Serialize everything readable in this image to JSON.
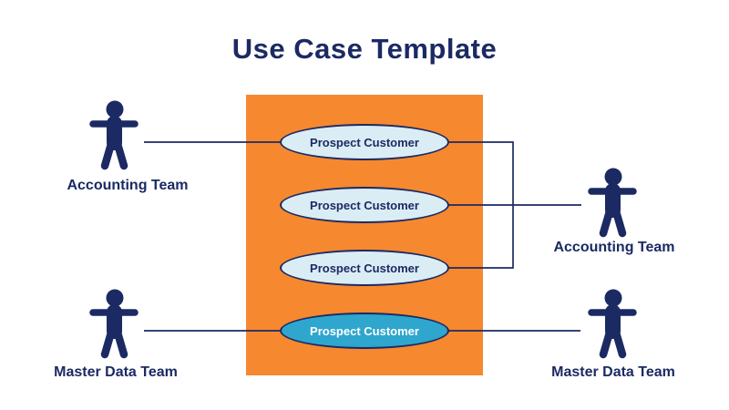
{
  "title": "Use Case Template",
  "colors": {
    "navy": "#1b2a63",
    "orange": "#f6882f",
    "ellipse_fill": "#daedf5",
    "highlight_fill": "#2ea6ce",
    "highlight_text": "#ffffff",
    "line": "#1c2a63"
  },
  "diagram": {
    "use_cases": [
      {
        "label": "Prospect Customer",
        "highlighted": false
      },
      {
        "label": "Prospect Customer",
        "highlighted": false
      },
      {
        "label": "Prospect Customer",
        "highlighted": false
      },
      {
        "label": "Prospect Customer",
        "highlighted": true
      }
    ],
    "actors": [
      {
        "label": "Accounting Team",
        "position": "left-top"
      },
      {
        "label": "Master Data Team",
        "position": "left-bottom"
      },
      {
        "label": "Accounting Team",
        "position": "right-middle"
      },
      {
        "label": "Master Data Team",
        "position": "right-bottom"
      }
    ],
    "associations": [
      "left-top-actor to use-case-1",
      "left-bottom-actor to use-case-4",
      "use-case-1, use-case-2, use-case-3 bracket to right-middle-actor",
      "use-case-4 to right-bottom-actor"
    ]
  }
}
